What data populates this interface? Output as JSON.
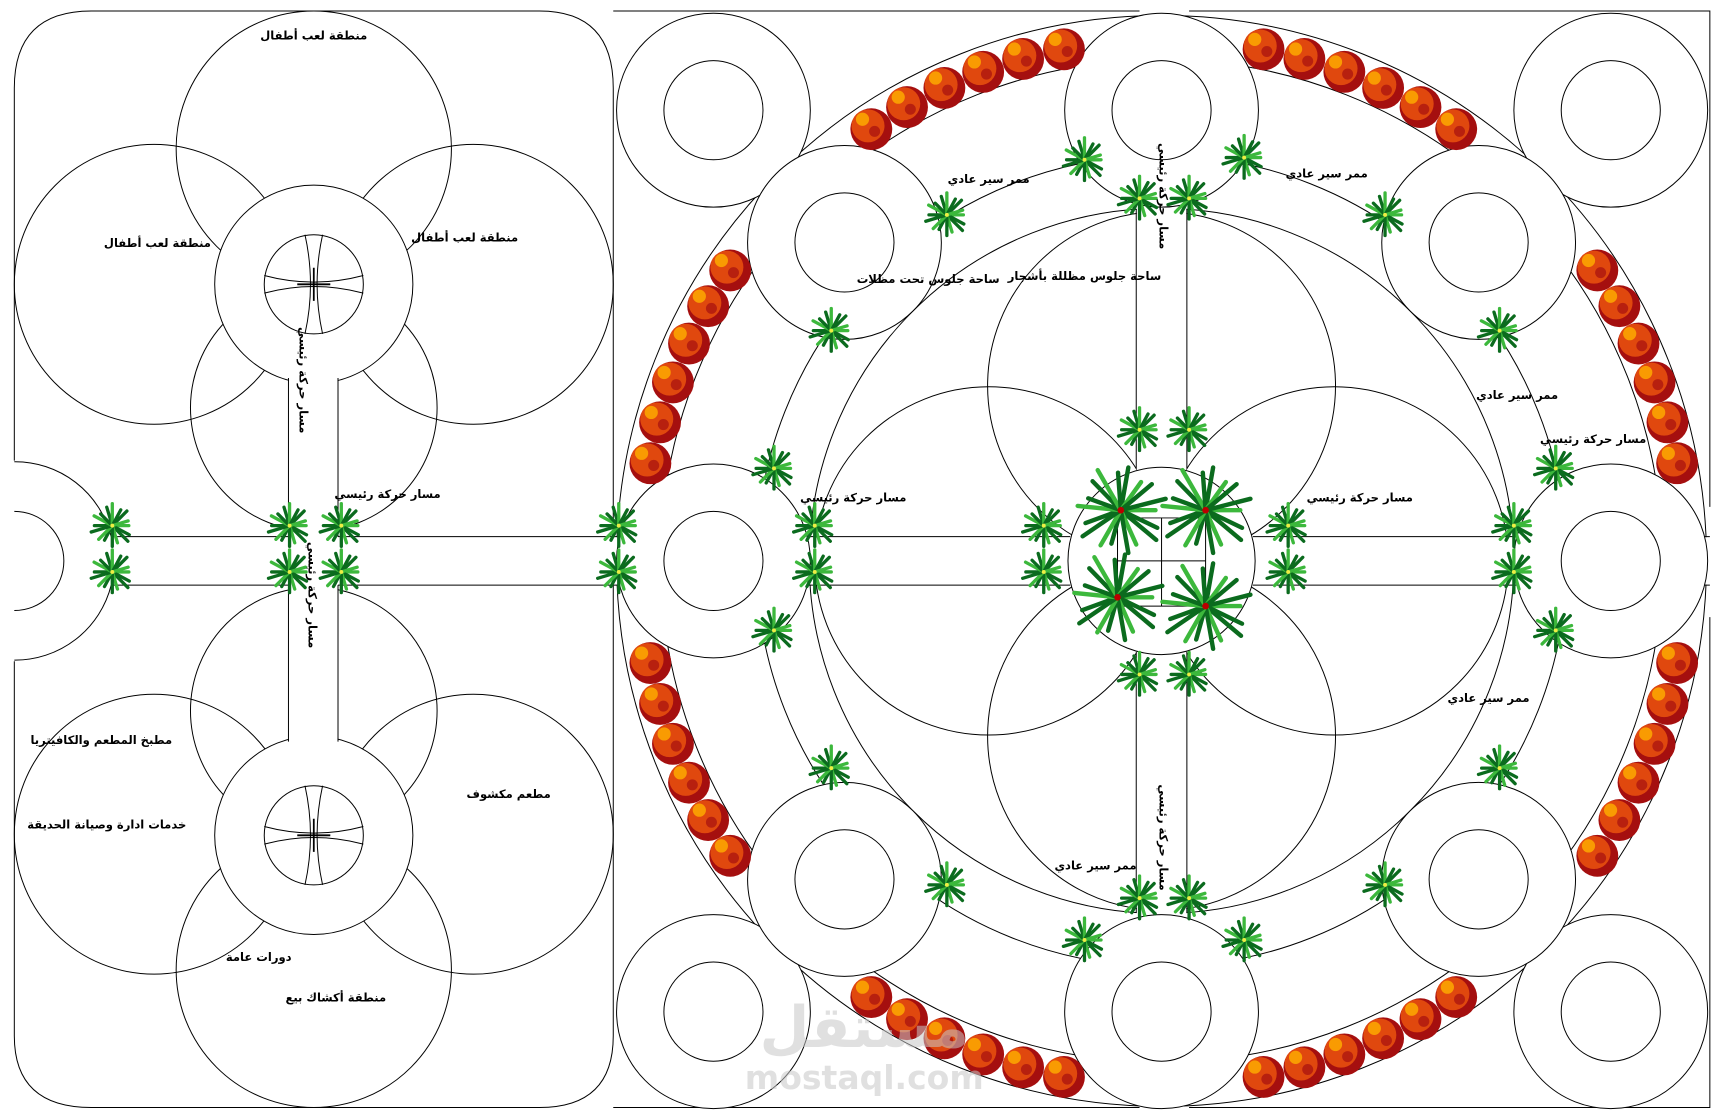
{
  "plan": {
    "left_top": {
      "kids_play_top": "منطقة لعب أطفال",
      "kids_play_left": "منطقة لعب أطفال",
      "kids_play_right": "منطقة لعب أطفال",
      "main_path_vertical": "مسار حركة رئيسي",
      "main_path_horizontal": "مسار حركة رئيسي"
    },
    "left_bottom": {
      "main_path_vertical": "مسار حركة رئيسي",
      "kitchen": "مطبخ المطعم والكافيتريا",
      "services": "خدمات ادارة وصيانة الحديقة",
      "open_restaurant": "مطعم مكشوف",
      "toilets": "دورات عامة",
      "kiosks": "منطقة أكشاك بيع"
    },
    "center": {
      "walkway_top_left": "ممر سير عادي",
      "walkway_top_right": "ممر سير عادي",
      "walkway_right_upper": "ممر سير عادي",
      "walkway_right_lower": "ممر سير عادي",
      "walkway_bottom": "ممر سير عادي",
      "seating_under_shades": "ساحة جلوس تحت مظلات",
      "seating_under_trees": "ساحة جلوس مظللة بأشجار",
      "main_path_left": "مسار حركة رئيسي",
      "main_path_right": "مسار حركة رئيسي",
      "main_path_far_right": "مسار حركة رئيسي",
      "main_path_top_vertical": "مسار حركة رئيسي",
      "main_path_bottom_vertical": "مسار حركة رئيسي"
    }
  },
  "watermark": {
    "arabic": "مستقل",
    "latin": "mostaql.com"
  },
  "colors": {
    "palm_dark": "#0b6b1e",
    "palm_light": "#3cb83c",
    "shrub_dark": "#a50f0f",
    "shrub_mid": "#e0480e",
    "shrub_light": "#ffb000"
  }
}
